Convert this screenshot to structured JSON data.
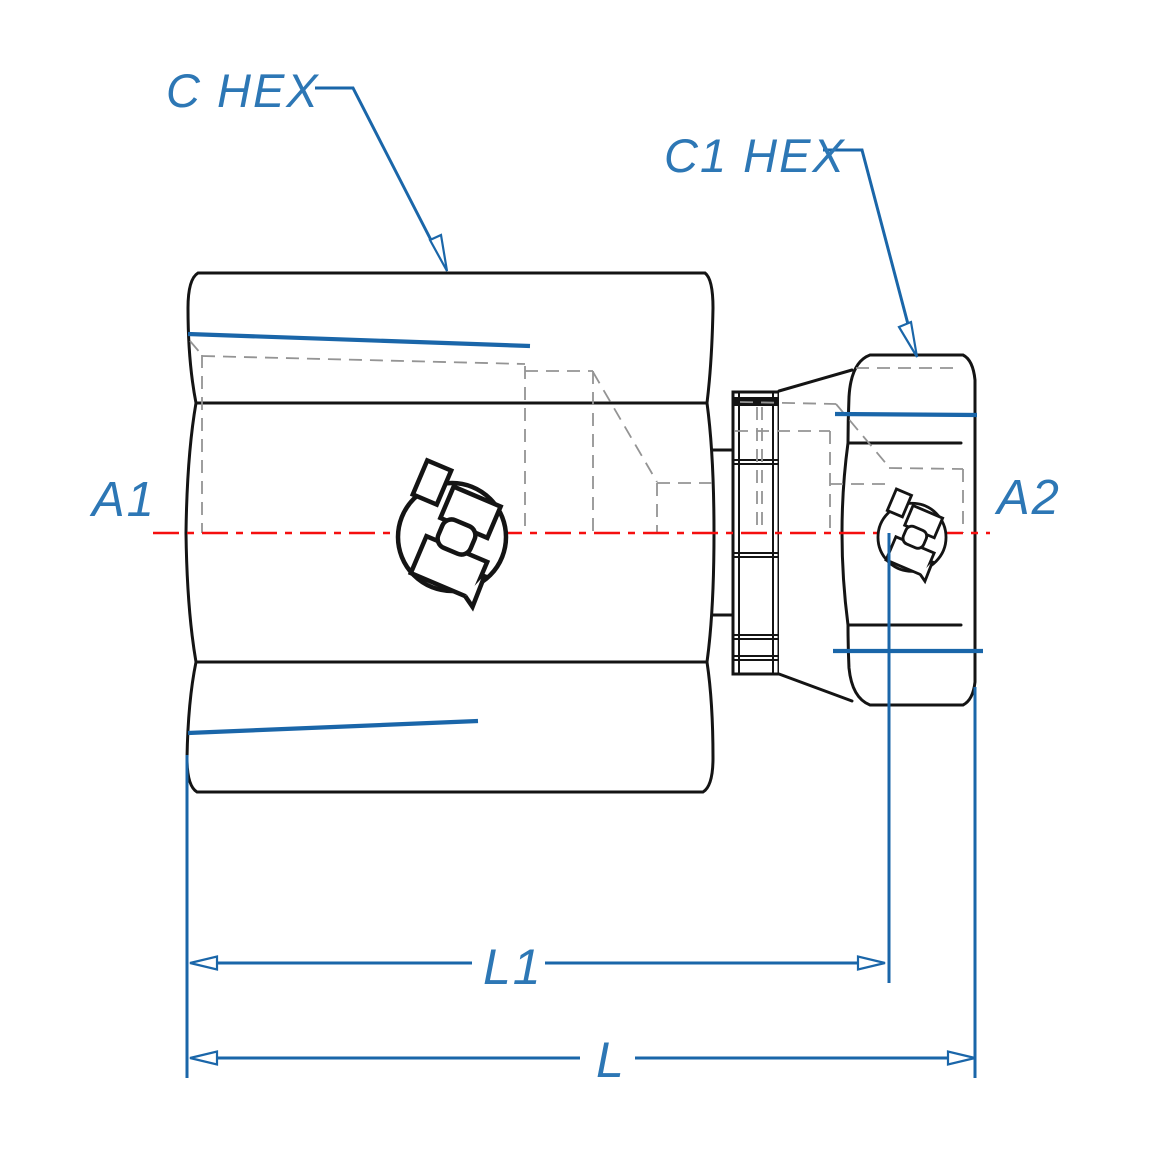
{
  "drawing": {
    "labels": {
      "c_hex": "C HEX",
      "c1_hex": "C1 HEX",
      "a1": "A1",
      "a2": "A2",
      "l1": "L1",
      "l": "L"
    },
    "colors": {
      "annotation_blue": "#1a66a9",
      "label_blue": "#2d77b5",
      "centerline_red": "#f50f0f",
      "outline_black": "#141414",
      "hidden_gray": "#949494"
    }
  }
}
